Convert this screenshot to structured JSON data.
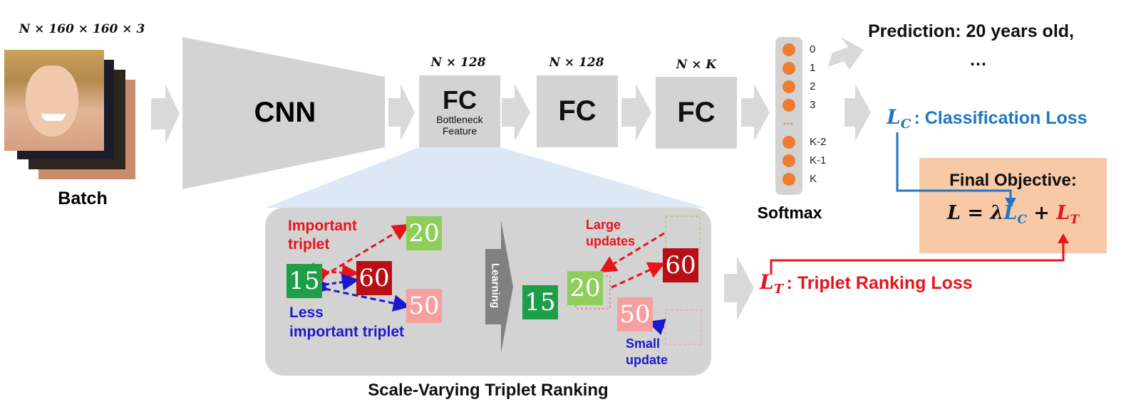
{
  "batch": {
    "shape": "N × 160 × 160 × 3",
    "label": "Batch"
  },
  "cnn": {
    "label": "CNN"
  },
  "fc1": {
    "shape": "N × 128",
    "label": "FC",
    "sub1": "Bottleneck",
    "sub2": "Feature"
  },
  "fc2": {
    "shape": "N × 128",
    "label": "FC"
  },
  "fc3": {
    "shape": "N × K",
    "label": "FC"
  },
  "softmax": {
    "label": "Softmax",
    "items": [
      "0",
      "1",
      "2",
      "3",
      "…",
      "K-2",
      "K-1",
      "K"
    ]
  },
  "prediction": {
    "line1": "Prediction: 20 years old,",
    "line2": "…"
  },
  "lc": {
    "symbol": "L",
    "sub": "C",
    "text": ": Classification Loss"
  },
  "lt": {
    "symbol": "L",
    "sub": "T",
    "text": ": Triplet Ranking Loss"
  },
  "final": {
    "title": "Final Objective:",
    "eq_lhs": "L = λ",
    "eq_lc": "L",
    "eq_lc_sub": "C",
    "eq_plus": " + ",
    "eq_lt": "L",
    "eq_lt_sub": "T"
  },
  "triplet": {
    "title": "Scale-Varying Triplet Ranking",
    "important_1": "Important",
    "important_2": "triplet",
    "less_1": "Less",
    "less_2": "important triplet",
    "learning": "Learning",
    "large_1": "Large",
    "large_2": "updates",
    "small_1": "Small",
    "small_2": "update",
    "left_nums": {
      "anchor": "15",
      "n20": "20",
      "n60": "60",
      "n50": "50"
    },
    "right_nums": {
      "anchor": "15",
      "n20": "20",
      "n60": "60",
      "n50": "50"
    }
  },
  "colors": {
    "gray": "#d3d3d3",
    "anchor_green": "#1f9e4a",
    "light_green": "#8fce5a",
    "dark_red": "#b80e14",
    "pink": "#f4a0a0",
    "orange_dot": "#ed7d31",
    "blue_loss": "#1f77c4",
    "red_loss": "#e8141c",
    "objective_bg": "#f7c9a6"
  }
}
